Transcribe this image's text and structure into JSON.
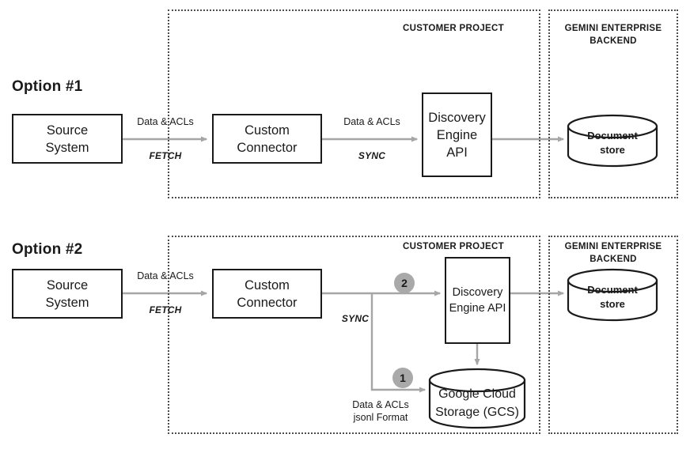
{
  "diagram": {
    "title_hidden": "",
    "colors": {
      "stroke": "#1a1a1a",
      "arrow": "#a6a6a6",
      "zone_border": "#4d4d4d",
      "badge_fill": "#a9a9a9",
      "background": "#ffffff"
    }
  },
  "option1": {
    "label": "Option #1",
    "zones": [
      {
        "title": "CUSTOMER PROJECT"
      },
      {
        "title": "GEMINI ENTERPRISE\nBACKEND"
      }
    ],
    "nodes": {
      "source": "Source\nSystem",
      "connector": "Custom\nConnector",
      "discovery": "Discovery\nEngine\nAPI",
      "docstore": "Document\nstore"
    },
    "edges": [
      {
        "label": "Data & ACLs",
        "verb": "FETCH"
      },
      {
        "label": "Data & ACLs",
        "verb": "SYNC"
      }
    ]
  },
  "option2": {
    "label": "Option #2",
    "zones": [
      {
        "title": "CUSTOMER PROJECT"
      },
      {
        "title": "GEMINI ENTERPRISE\nBACKEND"
      }
    ],
    "nodes": {
      "source": "Source\nSystem",
      "connector": "Custom\nConnector",
      "discovery": "Discovery\nEngine API",
      "gcs": "Google Cloud\nStorage (GCS)",
      "docstore": "Document\nstore"
    },
    "edges": [
      {
        "label": "Data & ACLs",
        "verb": "FETCH"
      },
      {
        "label": "",
        "verb": "SYNC"
      },
      {
        "label": "Data & ACLs\njsonl Format",
        "verb": ""
      }
    ],
    "steps": [
      {
        "number": "1"
      },
      {
        "number": "2"
      }
    ]
  }
}
